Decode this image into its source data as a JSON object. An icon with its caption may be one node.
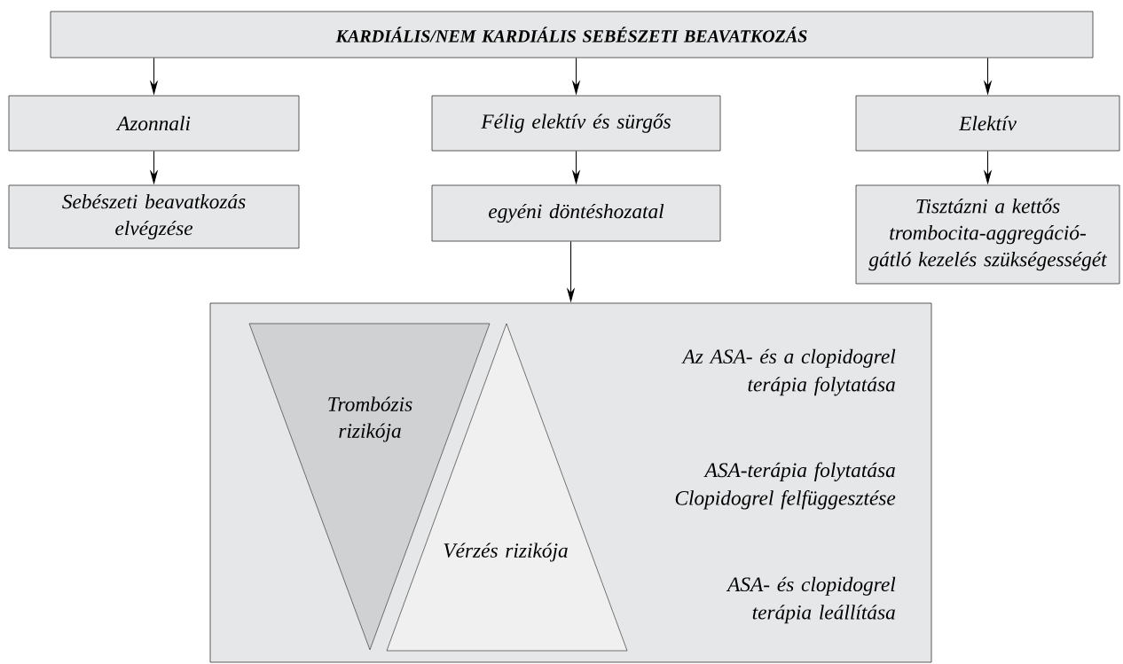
{
  "diagram": {
    "nodes": [
      {
        "text": [
          "KARDIÁLIS/NEM KARDIÁLIS SEBÉSZETI BEAVATKOZÁS"
        ]
      },
      {
        "text": [
          "Azonnali"
        ]
      },
      {
        "text": [
          "Félig elektív és sürgős"
        ]
      },
      {
        "text": [
          "Elektív"
        ]
      },
      {
        "text": [
          "Sebészeti beavatkozás elvégzése"
        ]
      },
      {
        "text": [
          "egyéni döntéshozatal"
        ]
      },
      {
        "text": [
          "Tisztázni a kettős trombocita-aggregáció-gátló kezelés szükségességét"
        ]
      },
      {
        "text": [
          "Az ASA- és a clopidogrel terápia folytatása",
          "ASA-terápia folytatása Clopidogrel felfüggesztése",
          "ASA- és clopidogrel terápia leállítása"
        ]
      },
      {
        "text": [
          "Trombózis rizikója"
        ],
        "in": 7
      },
      {
        "text": [
          "Vérzés rizikója"
        ],
        "in": 7
      }
    ],
    "edges": [
      {
        "from": 0,
        "to": 1,
        "arrow": "to"
      },
      {
        "from": 0,
        "to": 2,
        "arrow": "to"
      },
      {
        "from": 0,
        "to": 3,
        "arrow": "to"
      },
      {
        "from": 1,
        "to": 4,
        "arrow": "to"
      },
      {
        "from": 2,
        "to": 5,
        "arrow": "to"
      },
      {
        "from": 3,
        "to": 6,
        "arrow": "to"
      },
      {
        "from": 5,
        "to": 7,
        "arrow": "to"
      }
    ]
  }
}
